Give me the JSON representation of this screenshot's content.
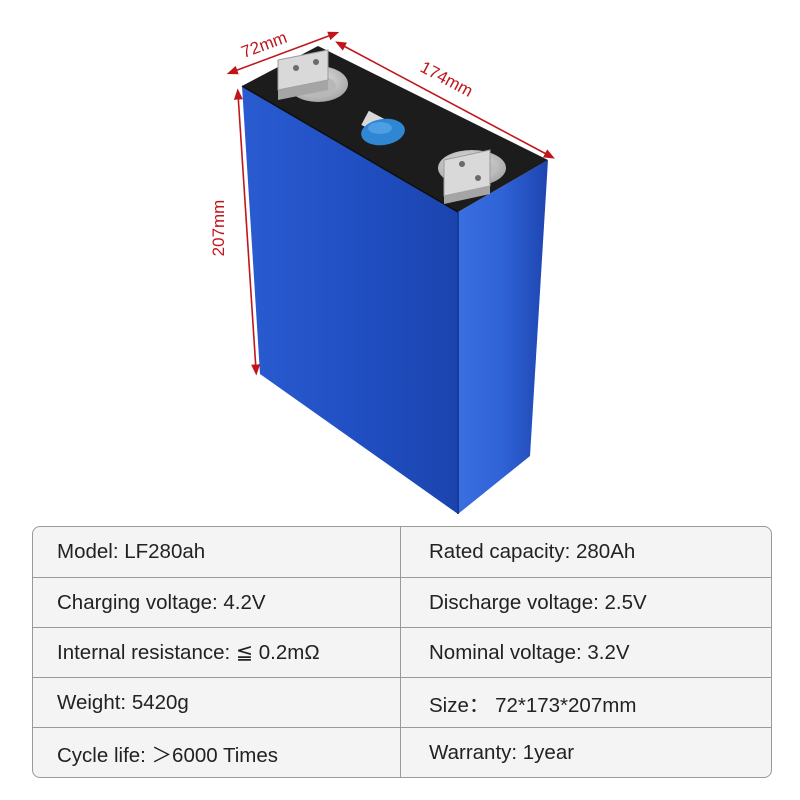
{
  "dimensions": {
    "depth": "72mm",
    "length": "174mm",
    "height": "207mm"
  },
  "colors": {
    "cell_body": "#1f49b8",
    "cell_top": "#1c1c1c",
    "terminal": "#cfcfcf",
    "vent": "#2f87d4",
    "dimension_line": "#c0161b",
    "table_background": "#f4f4f4",
    "table_border": "#9a9a9a"
  },
  "specs": {
    "rows": [
      {
        "left": "Model: LF280ah",
        "right": "Rated capacity: 280Ah"
      },
      {
        "left": "Charging voltage: 4.2V",
        "right": "Discharge voltage: 2.5V"
      },
      {
        "left": "Internal resistance: ≦ 0.2mΩ",
        "right": "Nominal voltage: 3.2V"
      },
      {
        "left": "Weight: 5420g",
        "right": "Size： 72*173*207mm"
      },
      {
        "left": "Cycle life: ＞6000 Times",
        "right": "Warranty: 1year"
      }
    ]
  }
}
